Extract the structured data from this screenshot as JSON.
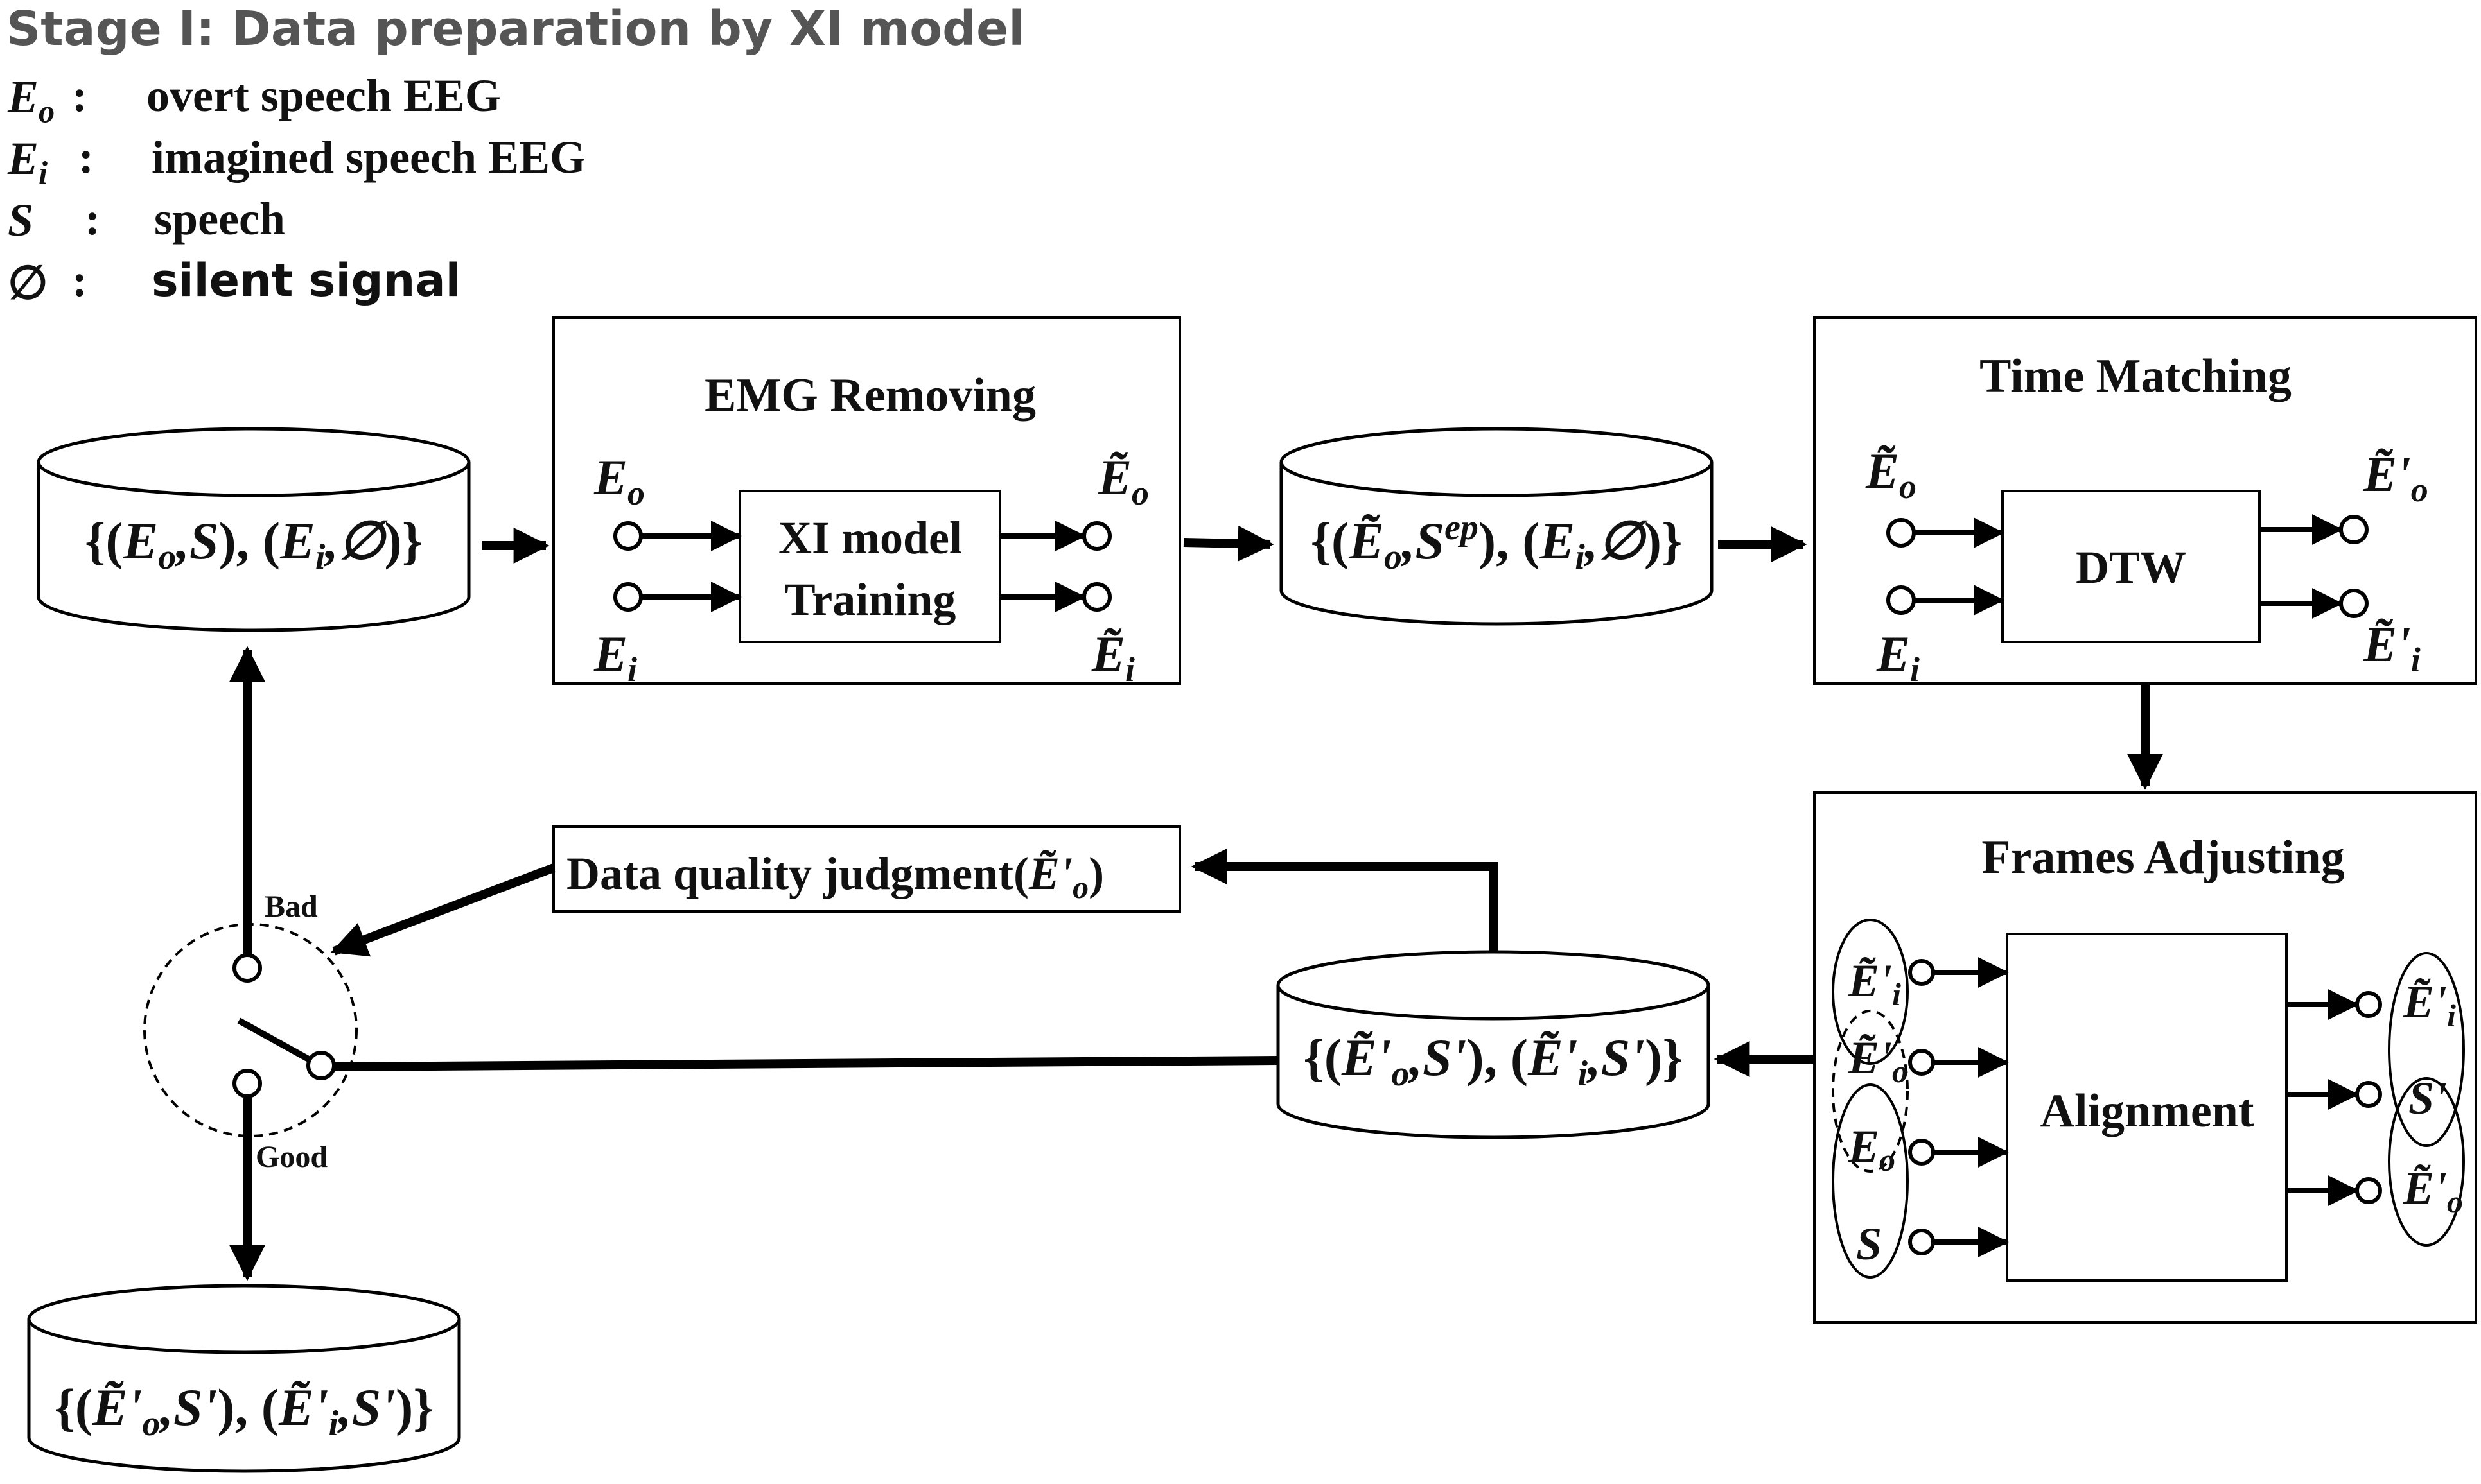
{
  "title": "Stage I:  Data preparation by XI model",
  "legend": [
    {
      "symbol": "E",
      "sub": "o",
      "colon": ":",
      "text": "overt speech EEG"
    },
    {
      "symbol": "E",
      "sub": "i",
      "colon": ":",
      "text": "imagined speech EEG"
    },
    {
      "symbol": "S",
      "sub": "",
      "colon": ":",
      "text": "speech"
    },
    {
      "symbol": "∅",
      "sub": "",
      "colon": ":",
      "text": "silent signal"
    }
  ],
  "blocks": {
    "emg_removing": {
      "title": "EMG Removing",
      "inner_line1": "XI model",
      "inner_line2": "Training"
    },
    "time_matching": {
      "title": "Time Matching",
      "inner": "DTW"
    },
    "frames_adjusting": {
      "title": "Frames Adjusting",
      "inner": "Alignment"
    },
    "quality": {
      "label": "Data quality judgment("
    }
  },
  "switch": {
    "bad": "Bad",
    "good": "Good"
  },
  "colors": {
    "stroke": "#000000",
    "title": "#555555"
  }
}
